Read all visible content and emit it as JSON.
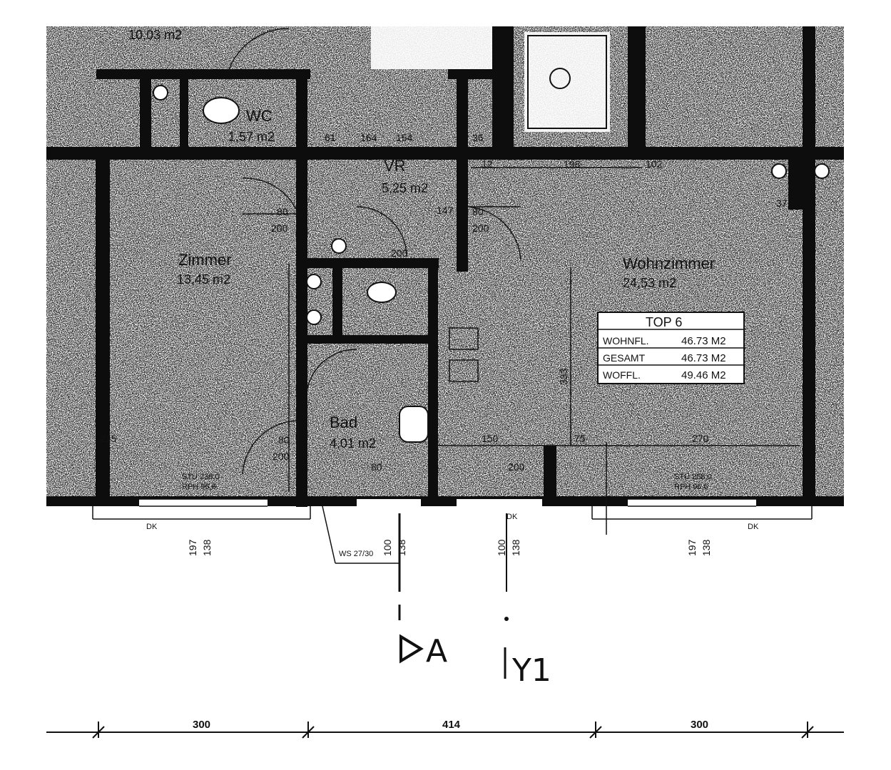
{
  "rooms": {
    "top_left": {
      "area": "10,03 m2"
    },
    "wc_top": {
      "name": "WC",
      "area": "1,57 m2"
    },
    "vr": {
      "name": "VR",
      "area": "5,25 m2"
    },
    "zimmer": {
      "name": "Zimmer",
      "area": "13,45 m2"
    },
    "wohnzimmer": {
      "name": "Wohnzimmer",
      "area": "24,53 m2"
    },
    "bad": {
      "name": "Bad",
      "area": "4,01 m2"
    }
  },
  "top_box": {
    "title": "TOP 6",
    "rows": [
      {
        "label": "WOHNFL.",
        "value": "46.73 M2"
      },
      {
        "label": "GESAMT",
        "value": "46.73 M2"
      },
      {
        "label": "WOFFL.",
        "value": "49.46 M2"
      }
    ]
  },
  "dims": {
    "d80a": "80",
    "d200a": "200",
    "d80b": "80",
    "d200b": "200",
    "d80c": "80",
    "d200c": "200",
    "d147": "147",
    "d200d": "200",
    "d150": "150",
    "d80e": "80",
    "d200e": "200",
    "d12": "12",
    "d198": "198",
    "d102": "102",
    "d37": "37",
    "d154": "154",
    "d215": "215",
    "d75": "75",
    "d270": "270",
    "d333": "333",
    "d36": "36",
    "d61": "61",
    "d164": "164"
  },
  "notes": {
    "ws": "WS 27/30",
    "dk1": "DK",
    "dk2": "DK",
    "dk3": "DK",
    "v197a": "197",
    "v138a": "138",
    "v100a": "100",
    "v138b": "138",
    "v100b": "100",
    "v138c": "138",
    "v197b": "197",
    "v138d": "138",
    "stu1": "STU 238,0",
    "rph1": "RPH 96,6",
    "stu2": "STU 258,0",
    "rph2": "RPH 96,6"
  },
  "markers": {
    "section": "A",
    "axis": "Y1"
  },
  "bottom_dims": [
    "300",
    "414",
    "300"
  ]
}
